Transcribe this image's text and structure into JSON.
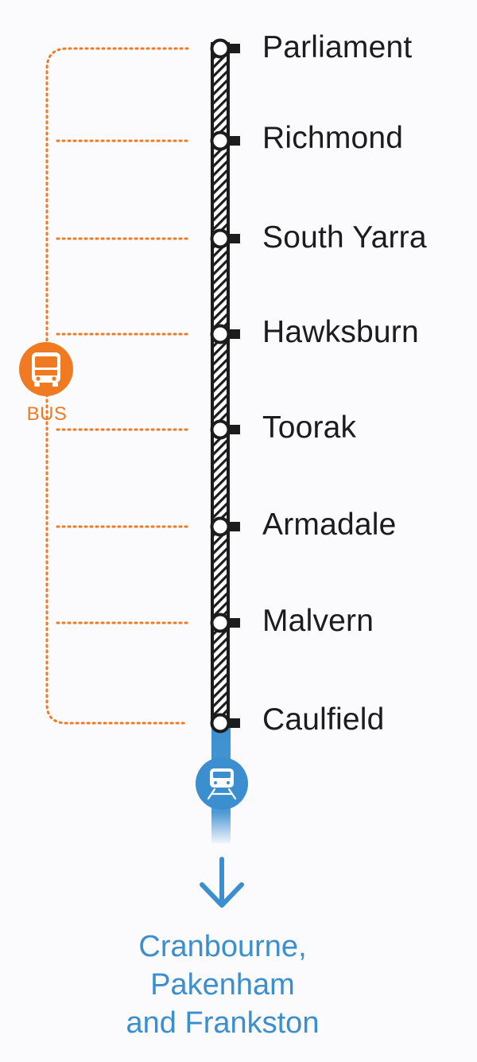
{
  "stations": [
    {
      "name": "Parliament"
    },
    {
      "name": "Richmond"
    },
    {
      "name": "South Yarra"
    },
    {
      "name": "Hawksburn"
    },
    {
      "name": "Toorak"
    },
    {
      "name": "Armadale"
    },
    {
      "name": "Malvern"
    },
    {
      "name": "Caulfield"
    }
  ],
  "bus": {
    "label": "BUS",
    "icon": "bus-icon",
    "color": "#f07a22"
  },
  "train": {
    "icon": "train-icon",
    "color": "#3b8fcf"
  },
  "destination": {
    "line1": "Cranbourne,",
    "line2": "Pakenham",
    "line3": "and Frankston",
    "icon": "arrow-down-icon"
  },
  "line_color": "#1c1c1c",
  "text_color": "#1c1c1c"
}
